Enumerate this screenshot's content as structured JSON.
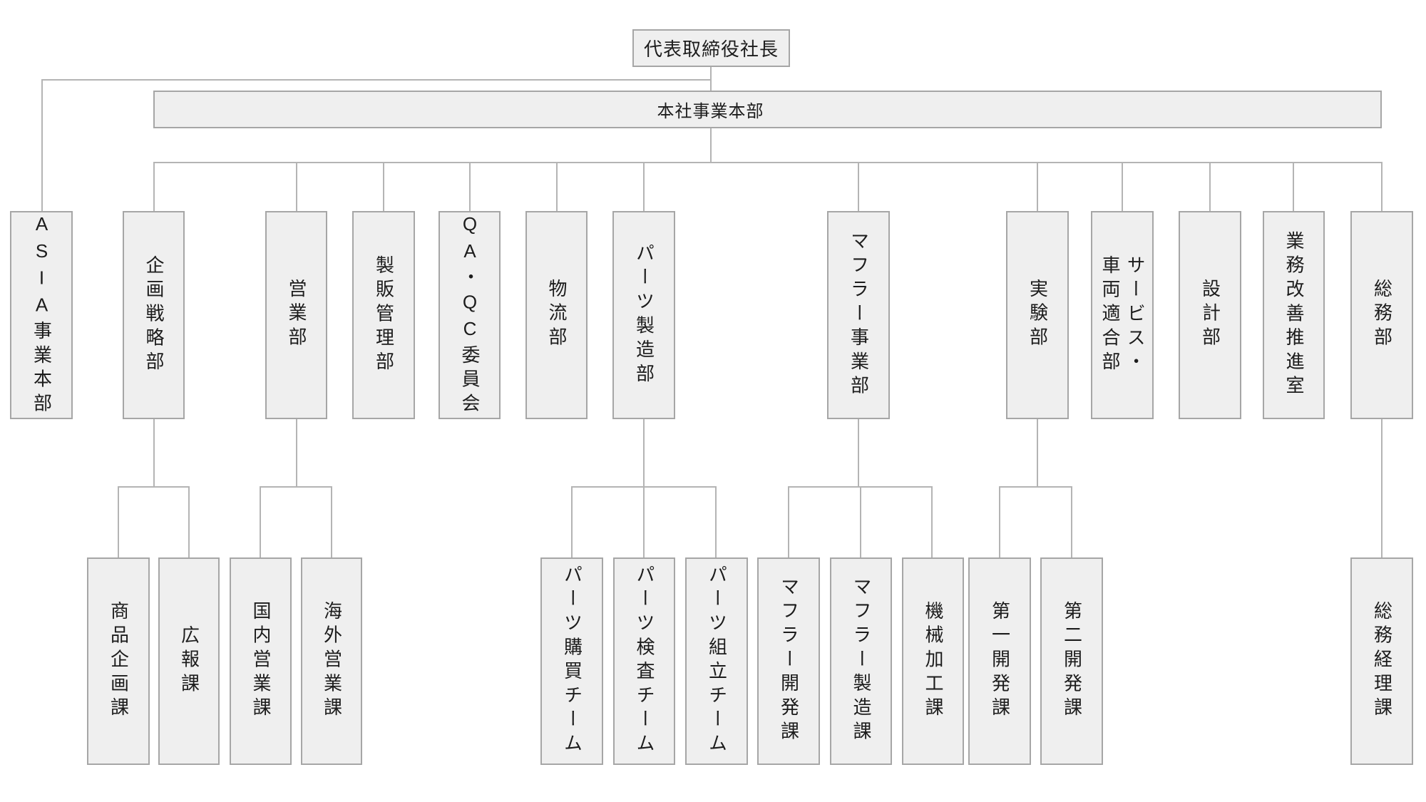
{
  "colors": {
    "background": "#ffffff",
    "box_fill": "#efefef",
    "box_border": "#a6a6a6",
    "connector": "#b4b4b4",
    "text": "#1c1c1c"
  },
  "president": {
    "label": "代表取締役社長"
  },
  "asia": {
    "label": "ASIA事業本部"
  },
  "head_office": {
    "label": "本社事業本部"
  },
  "departments": [
    {
      "label": "企画戦略部",
      "children": [
        {
          "label": "商品企画課"
        },
        {
          "label": "広報課"
        }
      ]
    },
    {
      "label": "営業部",
      "children": [
        {
          "label": "国内営業課"
        },
        {
          "label": "海外営業課"
        }
      ]
    },
    {
      "label": "製販管理部",
      "children": []
    },
    {
      "label": "QA・QC委員会",
      "children": []
    },
    {
      "label": "物流部",
      "children": []
    },
    {
      "label": "パーツ製造部",
      "children": [
        {
          "label": "パーツ購買チーム"
        },
        {
          "label": "パーツ検査チーム"
        },
        {
          "label": "パーツ組立チーム"
        }
      ]
    },
    {
      "label": "マフラー事業部",
      "children": [
        {
          "label": "マフラー開発課"
        },
        {
          "label": "マフラー製造課"
        },
        {
          "label": "機械加工課"
        }
      ]
    },
    {
      "label": "実験部",
      "children": [
        {
          "label": "第一開発課"
        },
        {
          "label": "第二開発課"
        }
      ]
    },
    {
      "label": "サービス・\n車両適合部",
      "children": []
    },
    {
      "label": "設計部",
      "children": []
    },
    {
      "label": "業務改善推進室",
      "children": []
    },
    {
      "label": "総務部",
      "children": [
        {
          "label": "総務経理課"
        }
      ]
    }
  ]
}
